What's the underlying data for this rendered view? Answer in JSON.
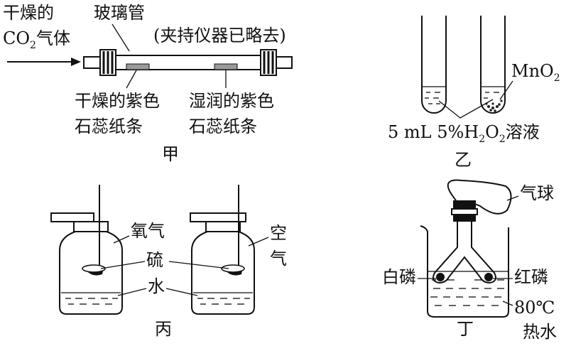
{
  "panel_jia": {
    "gas_line1": "干燥的",
    "gas_co": "CO",
    "gas_sub": "2",
    "gas_tail": "气体",
    "tube": "玻璃管",
    "note": "(夹持仪器已略去)",
    "dry_line1": "干燥的紫色",
    "dry_line2": "石蕊纸条",
    "wet_line1": "湿润的紫色",
    "wet_line2": "石蕊纸条",
    "caption": "甲"
  },
  "panel_yi": {
    "catalyst": "MnO",
    "catalyst_sub": "2",
    "sol_a": "5 mL 5%H",
    "sol_sub1": "2",
    "sol_b": "O",
    "sol_sub2": "2",
    "sol_c": "溶液",
    "caption": "乙"
  },
  "panel_bing": {
    "oxygen": "氧气",
    "sulfur": "硫",
    "water": "水",
    "air_1": "空",
    "air_2": "气",
    "caption": "丙"
  },
  "panel_ding": {
    "balloon": "气球",
    "white_p": "白磷",
    "red_p": "红磷",
    "temp": "80℃",
    "hot_water": "热水",
    "caption": "丁"
  }
}
